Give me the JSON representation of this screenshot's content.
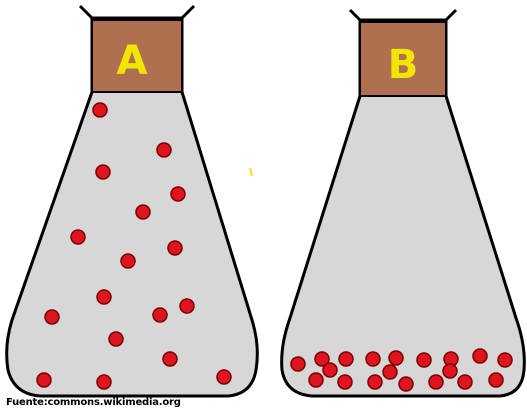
{
  "flasks": [
    {
      "label": "A",
      "description_state": "particles dispersed throughout",
      "particle_count": 17
    },
    {
      "label": "B",
      "description_state": "particles settled at bottom",
      "particle_count": 19
    }
  ],
  "source": "Fuente:commons.wikimedia.org",
  "colors": {
    "flask_fill": "#d7d7d7",
    "flask_outline": "#000000",
    "stopper": "#b07050",
    "label": "#f2e600",
    "particle": "#e0141e",
    "particle_outline": "#7a0000"
  }
}
